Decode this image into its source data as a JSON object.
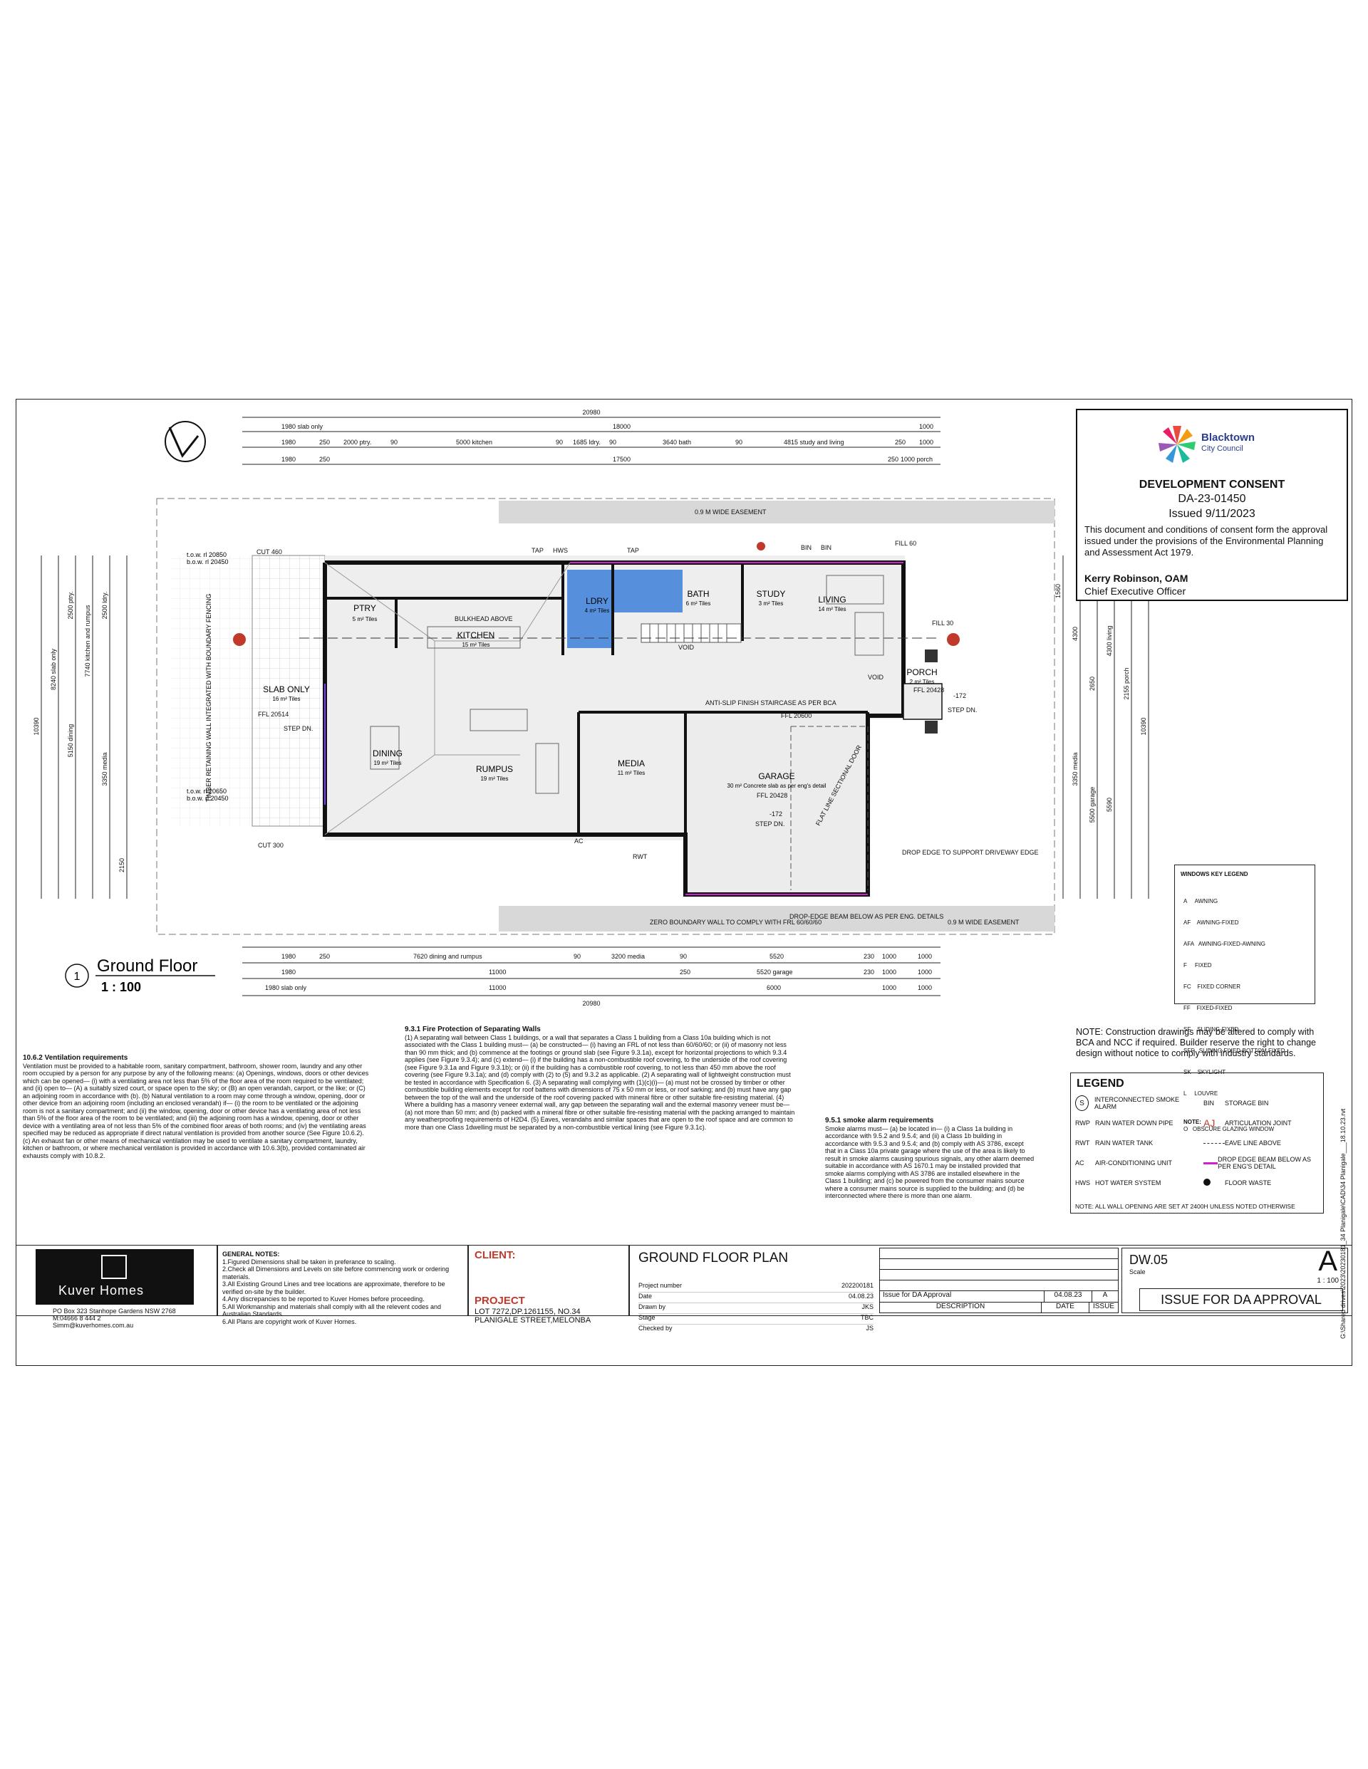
{
  "consent": {
    "council_name": "Blacktown",
    "council_sub": "City Council",
    "heading": "DEVELOPMENT CONSENT",
    "number": "DA-23-01450",
    "issued": "Issued 9/11/2023",
    "body": "This document and conditions of consent form the approval issued under the provisions of the Environmental Planning and Assessment Act 1979.",
    "signatory": "Kerry Robinson, OAM",
    "role": "Chief Executive Officer"
  },
  "plan": {
    "title": "Ground Floor",
    "number": "1",
    "scale": "1 : 100",
    "easement_top": "0.9 M WIDE EASEMENT",
    "easement_bottom": "0.9 M WIDE EASEMENT",
    "retaining": "TIMBER RETAINING WALL INTEGRATED WITH BOUNDARY FENCING",
    "boundary_note": "ZERO BOUNDARY WALL TO COMPLY WITH FRL 60/60/60",
    "beam_note": "DROP-EDGE BEAM BELOW AS PER ENG. DETAILS",
    "drop_edge": "DROP EDGE TO SUPPORT DRIVEWAY EDGE",
    "stair_note": "ANTI-SLIP FINISH STAIRCASE AS PER BCA",
    "rooms": [
      {
        "name": "PTRY",
        "area": "5 m² Tiles"
      },
      {
        "name": "KITCHEN",
        "area": "15 m² Tiles"
      },
      {
        "name": "LDRY",
        "area": "4 m² Tiles"
      },
      {
        "name": "BATH",
        "area": "6 m² Tiles"
      },
      {
        "name": "STUDY",
        "area": "3 m² Tiles"
      },
      {
        "name": "LIVING",
        "area": "14 m² Tiles"
      },
      {
        "name": "PORCH",
        "area": "2 m² Tiles"
      },
      {
        "name": "SLAB ONLY",
        "area": "16 m² Tiles"
      },
      {
        "name": "DINING",
        "area": "19 m² Tiles"
      },
      {
        "name": "RUMPUS",
        "area": "19 m² Tiles"
      },
      {
        "name": "MEDIA",
        "area": "11 m² Tiles"
      },
      {
        "name": "GARAGE",
        "area": "30 m² Concrete slab as per eng's detail"
      }
    ],
    "labels": {
      "bulkhead": "BULKHEAD ABOVE",
      "ffl_slab": "FFL 20514",
      "ffl_living": "FFL 20600",
      "ffl_porch": "FFL 20428",
      "ffl_garage": "FFL 20428",
      "sectional_door": "FLAT LINE SECTIONAL DOOR",
      "step_dn": "STEP DN.",
      "void": "VOID",
      "hws": "HWS",
      "tap": "TAP",
      "bin": "BIN",
      "ac": "AC",
      "rwt": "RWT",
      "fill60": "FILL 60",
      "fill30": "FILL 30",
      "cut460": "CUT 460",
      "cut300": "CUT 300",
      "step_val": "-172"
    },
    "top_dims": {
      "overall": "20980",
      "row1": [
        "1980 slab only",
        "18000",
        "1000"
      ],
      "row2": [
        "1980",
        "250",
        "2000 ptry.",
        "90",
        "5000 kitchen",
        "90",
        "1685 ldry.",
        "90",
        "3640 bath",
        "90",
        "4815 study and living",
        "250",
        "1000"
      ],
      "row3": [
        "1980",
        "250",
        "17500",
        "250",
        "1000 porch"
      ]
    },
    "bottom_dims": {
      "overall": "20980",
      "row1": [
        "1980",
        "250",
        "7620 dining and rumpus",
        "90",
        "3200 media",
        "90",
        "5520",
        "230",
        "1000",
        "1000"
      ],
      "row2": [
        "1980",
        "11000",
        "250",
        "5520 garage",
        "230",
        "1000",
        "1000"
      ],
      "row3": [
        "1980 slab only",
        "11000",
        "6000",
        "1000",
        "1000"
      ]
    },
    "left_dims": [
      "10390",
      "8240 slab only",
      "5150 dining",
      "7740 kitchen and rumpus",
      "2500 ptry.",
      "2500 ldry.",
      "3350 media",
      "2150"
    ],
    "right_dims": [
      "1560",
      "4300",
      "2650",
      "3350 media",
      "5500 garage",
      "5590",
      "4300 living",
      "2155 porch",
      "10390"
    ],
    "tow": [
      "t.o.w. rl 20850",
      "b.o.w. rl 20450",
      "t.o.w. rl 20650",
      "b.o.w. rl 20450"
    ]
  },
  "windows_legend": {
    "title": "WINDOWS KEY LEGEND",
    "items": [
      "A     AWNING",
      "AF    AWNING-FIXED",
      "AFA   AWNING-FIXED-AWNING",
      "F     FIXED",
      "FC    FIXED CORNER",
      "FF    FIXED-FIXED",
      "SF    SLIDING-FIXED",
      "SFF   SLIDING-FIXED-BOTTOM FIXED",
      "SK    SKYLIGHT",
      "L     LOUVRE"
    ],
    "note_title": "NOTE:",
    "note": "O   OBSCURE GLAZING WINDOW"
  },
  "construction_note": "NOTE: Construction drawings may be altered to comply with BCA and NCC if required. Builder reserve the right to change design without notice to comply with industry standards.",
  "legend": {
    "title": "LEGEND",
    "items_left": [
      "INTERCONNECTED SMOKE ALARM",
      "RAIN WATER DOWN PIPE",
      "RAIN WATER TANK",
      "AIR-CONDITIONING UNIT",
      "HOT WATER SYSTEM"
    ],
    "codes_left": [
      "S",
      "RWP",
      "RWT",
      "AC",
      "HWS"
    ],
    "items_right": [
      "STORAGE BIN",
      "ARTICULATION JOINT",
      "EAVE LINE ABOVE",
      "DROP EDGE BEAM BELOW AS PER ENG'S DETAIL",
      "FLOOR WASTE"
    ],
    "codes_right": [
      "BIN",
      "AJ",
      "",
      "",
      ""
    ],
    "footer": "NOTE: ALL WALL OPENING ARE SET AT 2400H UNLESS NOTED OTHERWISE"
  },
  "ventilation": {
    "title": "10.6.2 Ventilation requirements",
    "text": "Ventilation must be provided to a habitable room, sanitary compartment, bathroom, shower room, laundry and any other room occupied by a person for any purpose by any of the following means: (a) Openings, windows, doors or other devices which can be opened— (i) with a ventilating area not less than 5% of the floor area of the room required to be ventilated; and (ii) open to— (A) a suitably sized court, or space open to the sky; or (B) an open verandah, carport, or the like; or (C) an adjoining room in accordance with (b). (b) Natural ventilation to a room may come through a window, opening, door or other device from an adjoining room (including an enclosed verandah) if— (i) the room to be ventilated or the adjoining room is not a sanitary compartment; and (ii) the window, opening, door or other device has a ventilating area of not less than 5% of the floor area of the room to be ventilated; and (iii) the adjoining room has a window, opening, door or other device with a ventilating area of not less than 5% of the combined floor areas of both rooms; and (iv) the ventilating areas specified may be reduced as appropriate if direct natural ventilation is provided from another source (See Figure 10.6.2). (c) An exhaust fan or other means of mechanical ventilation may be used to ventilate a sanitary compartment, laundry, kitchen or bathroom, or where mechanical ventilation is provided in accordance with 10.6.3(b), provided contaminated air exhausts comply with 10.8.2."
  },
  "fire": {
    "title": "9.3.1       Fire Protection of Separating Walls",
    "text": "(1) A separating wall between Class 1 buildings, or a wall that separates a Class 1 building from a Class 10a building which is not associated with the Class 1 building must— (a) be constructed— (i) having an FRL of not less than 60/60/60; or (ii) of masonry not less than 90 mm thick; and (b) commence at the footings or ground slab (see Figure 9.3.1a), except for horizontal projections to which 9.3.4 applies (see Figure 9.3.4); and (c) extend— (i) if the building has a non-combustible roof covering, to the underside of the roof covering (see Figure 9.3.1a and Figure 9.3.1b); or (ii) if the building has a combustible roof covering, to not less than 450 mm above the roof covering (see Figure 9.3.1a); and (d) comply with (2) to (5) and 9.3.2 as applicable. (2) A separating wall of lightweight construction must be tested in accordance with Specification 6. (3) A separating wall complying with (1)(c)(i)— (a) must not be crossed by timber or other combustible building elements except for roof battens with dimensions of 75 x 50 mm or less, or roof sarking; and (b) must have any gap between the top of the wall and the underside of the roof covering packed with mineral fibre or other suitable fire-resisting material. (4) Where a building has a masonry veneer external wall, any gap between the separating wall and the external masonry veneer must be— (a) not more than 50 mm; and (b) packed with a mineral fibre or other suitable fire-resisting material with the packing arranged to maintain any weatherproofing requirements of H2D4. (5) Eaves, verandahs and similar spaces that are open to the roof space and are common to more than one Class 1dwelling must be separated by a non-combustible vertical lining (see Figure 9.3.1c)."
  },
  "smoke": {
    "title": "9.5.1     smoke alarm requirements",
    "text": "Smoke alarms must— (a) be located in— (i) a Class 1a building in accordance with 9.5.2 and 9.5.4; and (ii) a Class 1b building in accordance with 9.5.3 and 9.5.4; and (b) comply with AS 3786, except that in a Class 10a private garage where the use of the area is likely to result in smoke alarms causing spurious signals, any other alarm deemed suitable in accordance with AS 1670.1 may be installed provided that smoke alarms complying with AS 3786 are installed elsewhere in the Class 1 building; and (c) be powered from the consumer mains source where a consumer mains source is supplied to the building; and (d) be interconnected where there is more than one alarm."
  },
  "title_block": {
    "company": "Kuver Homes",
    "address1": "PO Box 323 Stanhope Gardens NSW 2768",
    "phone": "M:04666 8 444 2",
    "email": "Simm@kuverhomes.com.au",
    "general_notes_title": "GENERAL NOTES:",
    "general_notes": [
      "1.Figured Dimensions shall be taken in preferance to scaling.",
      "2.Check all Dimensions and Levels on site before commencing work or ordering materials.",
      "3.All Existing Ground Lines and tree locations are approximate, therefore to be verified on-site by the builder.",
      "4.Any discrepancies to be reported to Kuver Homes before proceeding.",
      "5.All Workmanship and materials shall comply with all the relevent codes and Australian Standards.",
      "6.All Plans are copyright work of Kuver Homes."
    ],
    "client_label": "CLIENT:",
    "project_label": "PROJECT",
    "project_line1": "LOT 7272,DP.1261155, NO.34",
    "project_line2": "PLANIGALE STREET,MELONBA",
    "sheet_title": "GROUND FLOOR PLAN",
    "fields": [
      {
        "label": "Project number",
        "value": "202200181"
      },
      {
        "label": "Date",
        "value": "04.08.23"
      },
      {
        "label": "Drawn by",
        "value": "JKS"
      },
      {
        "label": "Stage",
        "value": "TBC"
      },
      {
        "label": "Checked by",
        "value": "JS"
      }
    ],
    "revision": {
      "desc": "Issue for DA Approval",
      "date": "04.08.23",
      "issue": "A"
    },
    "rev_headers": [
      "DESCRIPTION",
      "DATE",
      "ISSUE"
    ],
    "dwg": "DW.05",
    "scale_label": "Scale",
    "scale": "1 : 100",
    "rev_letter": "A",
    "status": "ISSUE FOR DA APPROVAL"
  },
  "filepath": "G:\\Shared drives\\2023\\20230181_34 Planigale\\CAD\\34 Planigale___18.10.23.rvt"
}
